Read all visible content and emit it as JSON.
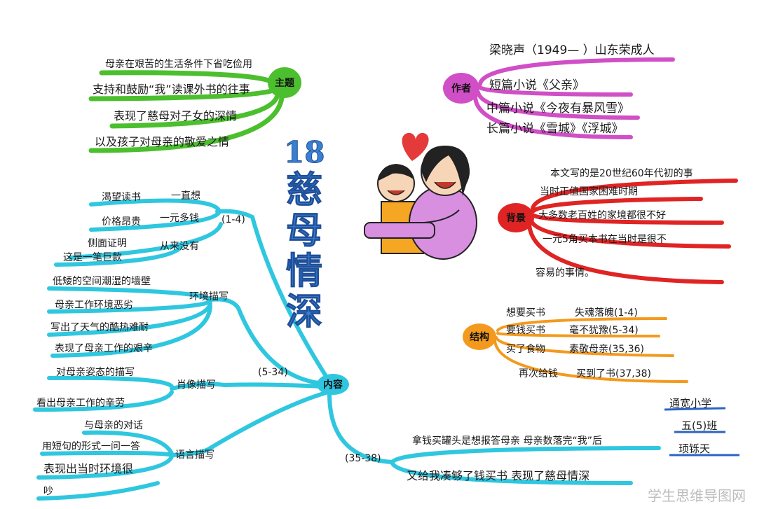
{
  "title": {
    "number": "18",
    "chars": [
      "慈",
      "母",
      "情",
      "深"
    ]
  },
  "theme": {
    "node": "主题",
    "items": [
      "母亲在艰苦的生活条件下省吃俭用",
      "支持和鼓励“我”读课外书的往事",
      "表现了慈母对子女的深情",
      "以及孩子对母亲的敬爱之情"
    ]
  },
  "author": {
    "node": "作者",
    "items": [
      "梁晓声（1949— ）山东荣成人",
      "短篇小说《父亲》",
      "中篇小说《今夜有暴风雪》",
      "长篇小说《雪城》《浮城》"
    ]
  },
  "background": {
    "node": "背景",
    "items": [
      "本文写的是20世纪60年代初的事",
      "当时正值国家困难时期",
      "大多数老百姓的家境都很不好",
      "一元5角买本书在当时是很不",
      "容易的事情。"
    ]
  },
  "structure": {
    "node": "结构",
    "rows": [
      {
        "left": "想要买书",
        "right": "失魂落魄(1-4)"
      },
      {
        "left": "要钱买书",
        "right": "毫不犹豫(5-34)"
      },
      {
        "left": "买了食物",
        "right": "素敬母亲(35,36)"
      },
      {
        "left": "再次给钱",
        "right": "买到了书(37,38)"
      }
    ]
  },
  "content": {
    "node": "内容",
    "section1": {
      "range": "(1-4)",
      "branches": [
        {
          "label": "一直想",
          "leaf": "渴望读书"
        },
        {
          "label": "一元多钱",
          "leaf": "价格昂贵"
        },
        {
          "label": "从来没有",
          "leaves": [
            "侧面证明",
            "这是一笔巨款"
          ]
        }
      ]
    },
    "section2": {
      "range": "(5-34)",
      "env": {
        "label": "环境描写",
        "leaves": [
          "低矮的空间潮湿的墙壁",
          "母亲工作环境恶劣",
          "写出了天气的酷热难耐",
          "表现了母亲工作的艰辛"
        ]
      },
      "portrait": {
        "label": "肖像描写",
        "leaves": [
          "对母亲姿态的描写",
          "看出母亲工作的辛劳"
        ]
      },
      "language": {
        "label": "语言描写",
        "leaves": [
          "与母亲的对话",
          "用短句的形式一问一答",
          "表现出当时环境很",
          "吵"
        ]
      }
    },
    "section3": {
      "range": "(35-38)",
      "leaves": [
        "拿钱买罐头是想报答母亲 母亲数落完“我”后",
        "又给我凑够了钱买书 表现了慈母情深"
      ]
    }
  },
  "school": {
    "name": "通宽小学",
    "class": "五(5)班",
    "student": "顼铄天"
  },
  "watermark": "学生思维导图网",
  "colors": {
    "theme": "#4cbf2e",
    "author": "#d04fc6",
    "background": "#e02424",
    "structure": "#f39a1e",
    "content": "#2fc7df",
    "title": "#3a7fd0",
    "school": "#2a63c4"
  }
}
